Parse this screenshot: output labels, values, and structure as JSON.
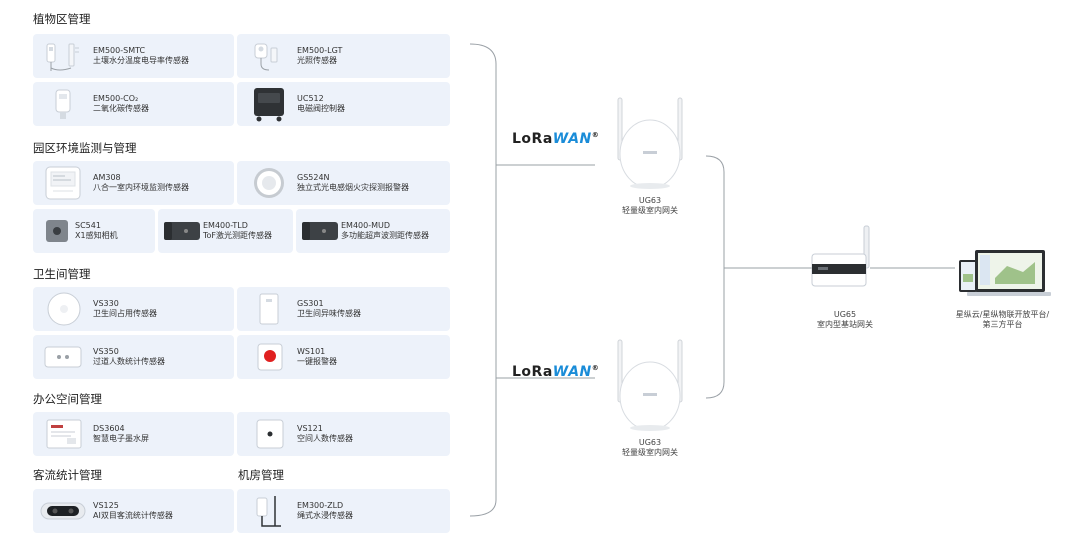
{
  "sections": {
    "plant": "植物区管理",
    "park": "园区环境监测与管理",
    "wc": "卫生间管理",
    "office": "办公空间管理",
    "traffic": "客流统计管理",
    "room": "机房管理"
  },
  "devices": {
    "em500smtc": {
      "model": "EM500-SMTC",
      "desc": "土壤水分温度电导率传感器",
      "icon": "soil-sensor-icon"
    },
    "em500lgt": {
      "model": "EM500-LGT",
      "desc": "光照传感器",
      "icon": "light-sensor-icon"
    },
    "em500co2": {
      "model": "EM500-CO₂",
      "desc": "二氧化碳传感器",
      "icon": "co2-sensor-icon"
    },
    "uc512": {
      "model": "UC512",
      "desc": "电磁阀控制器",
      "icon": "valve-controller-icon"
    },
    "am308": {
      "model": "AM308",
      "desc": "八合一室内环境监测传感器",
      "icon": "environment-sensor-icon"
    },
    "gs524n": {
      "model": "GS524N",
      "desc": "独立式光电感烟火灾探测报警器",
      "icon": "smoke-detector-icon"
    },
    "sc541": {
      "model": "SC541",
      "desc": "X1感知相机",
      "icon": "camera-icon"
    },
    "em400tld": {
      "model": "EM400-TLD",
      "desc": "ToF激光测距传感器",
      "icon": "tof-sensor-icon"
    },
    "em400mud": {
      "model": "EM400-MUD",
      "desc": "多功能超声波测距传感器",
      "icon": "ultrasonic-sensor-icon"
    },
    "vs330": {
      "model": "VS330",
      "desc": "卫生间占用传感器",
      "icon": "occupancy-sensor-icon"
    },
    "gs301": {
      "model": "GS301",
      "desc": "卫生间异味传感器",
      "icon": "odor-sensor-icon"
    },
    "vs350": {
      "model": "VS350",
      "desc": "过道人数统计传感器",
      "icon": "people-counter-icon"
    },
    "ws101": {
      "model": "WS101",
      "desc": "一键报警器",
      "icon": "alarm-button-icon"
    },
    "ds3604": {
      "model": "DS3604",
      "desc": "智慧电子墨水屏",
      "icon": "eink-display-icon"
    },
    "vs121": {
      "model": "VS121",
      "desc": "空间人数传感器",
      "icon": "space-counter-icon"
    },
    "vs125": {
      "model": "VS125",
      "desc": "AI双目客流统计传感器",
      "icon": "stereo-camera-icon"
    },
    "em300zld": {
      "model": "EM300-ZLD",
      "desc": "绳式水浸传感器",
      "icon": "leak-sensor-icon"
    }
  },
  "network": {
    "lora_a": "Lo",
    "lora_b": "Ra",
    "lora_c": "WAN",
    "lora_mark": "®",
    "gw1_name": "UG63",
    "gw1_desc": "轻量级室内网关",
    "gw2_name": "UG63",
    "gw2_desc": "轻量级室内网关",
    "base_name": "UG65",
    "base_desc": "室内型基站网关",
    "cloud_line1": "星纵云/星纵物联开放平台/",
    "cloud_line2": "第三方平台"
  },
  "colors": {
    "card": "#edf2fa",
    "line": "#9aa0a6",
    "lora_accent": "#1a8cd8",
    "alarm_red": "#e02020"
  }
}
